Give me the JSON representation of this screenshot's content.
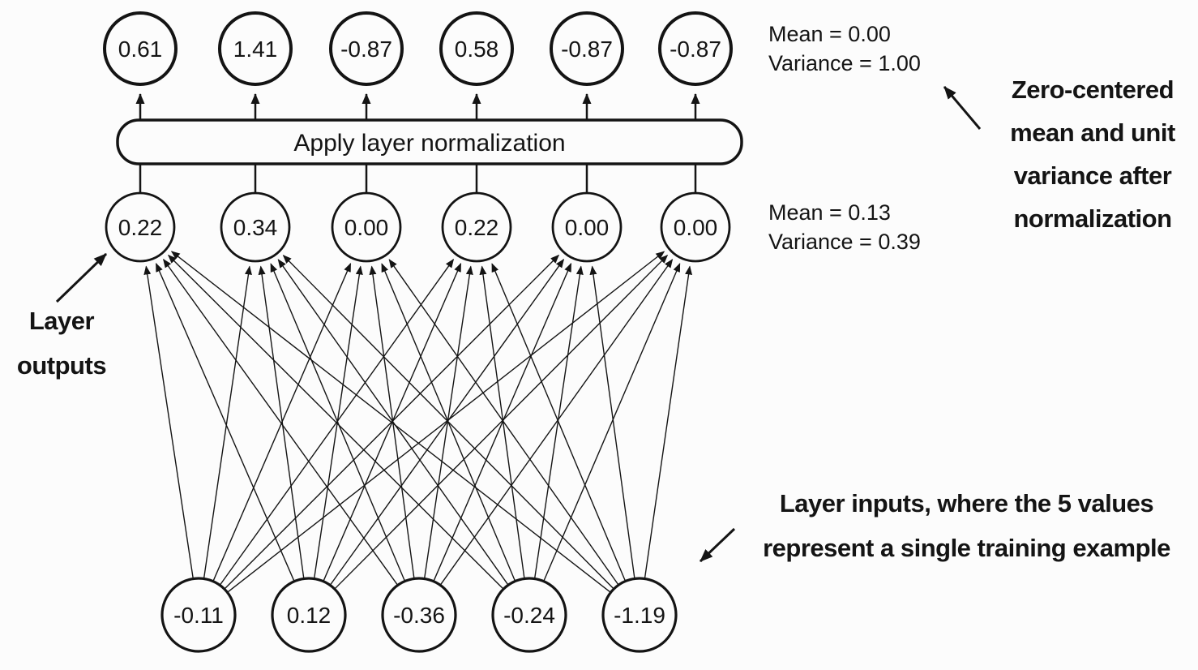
{
  "diagram": {
    "box_label": "Apply layer normalization",
    "top_row": {
      "values": [
        "0.61",
        "1.41",
        "-0.87",
        "0.58",
        "-0.87",
        "-0.87"
      ]
    },
    "middle_row": {
      "values": [
        "0.22",
        "0.34",
        "0.00",
        "0.22",
        "0.00",
        "0.00"
      ]
    },
    "bottom_row": {
      "values": [
        "-0.11",
        "0.12",
        "-0.36",
        "-0.24",
        "-1.19"
      ]
    },
    "stats_after_norm": {
      "mean": "Mean = 0.00",
      "variance": "Variance = 1.00"
    },
    "stats_before_norm": {
      "mean": "Mean = 0.13",
      "variance": "Variance = 0.39"
    },
    "annotations": {
      "zero_centered_lines": [
        "Zero-centered",
        "mean and unit",
        "variance after",
        "normalization"
      ],
      "layer_outputs_lines": [
        "Layer",
        "outputs"
      ],
      "layer_inputs_lines": [
        "Layer inputs, where the 5 values",
        "represent a single training example"
      ]
    },
    "colors": {
      "ink": "#141414",
      "background": "#fcfcfc"
    }
  }
}
